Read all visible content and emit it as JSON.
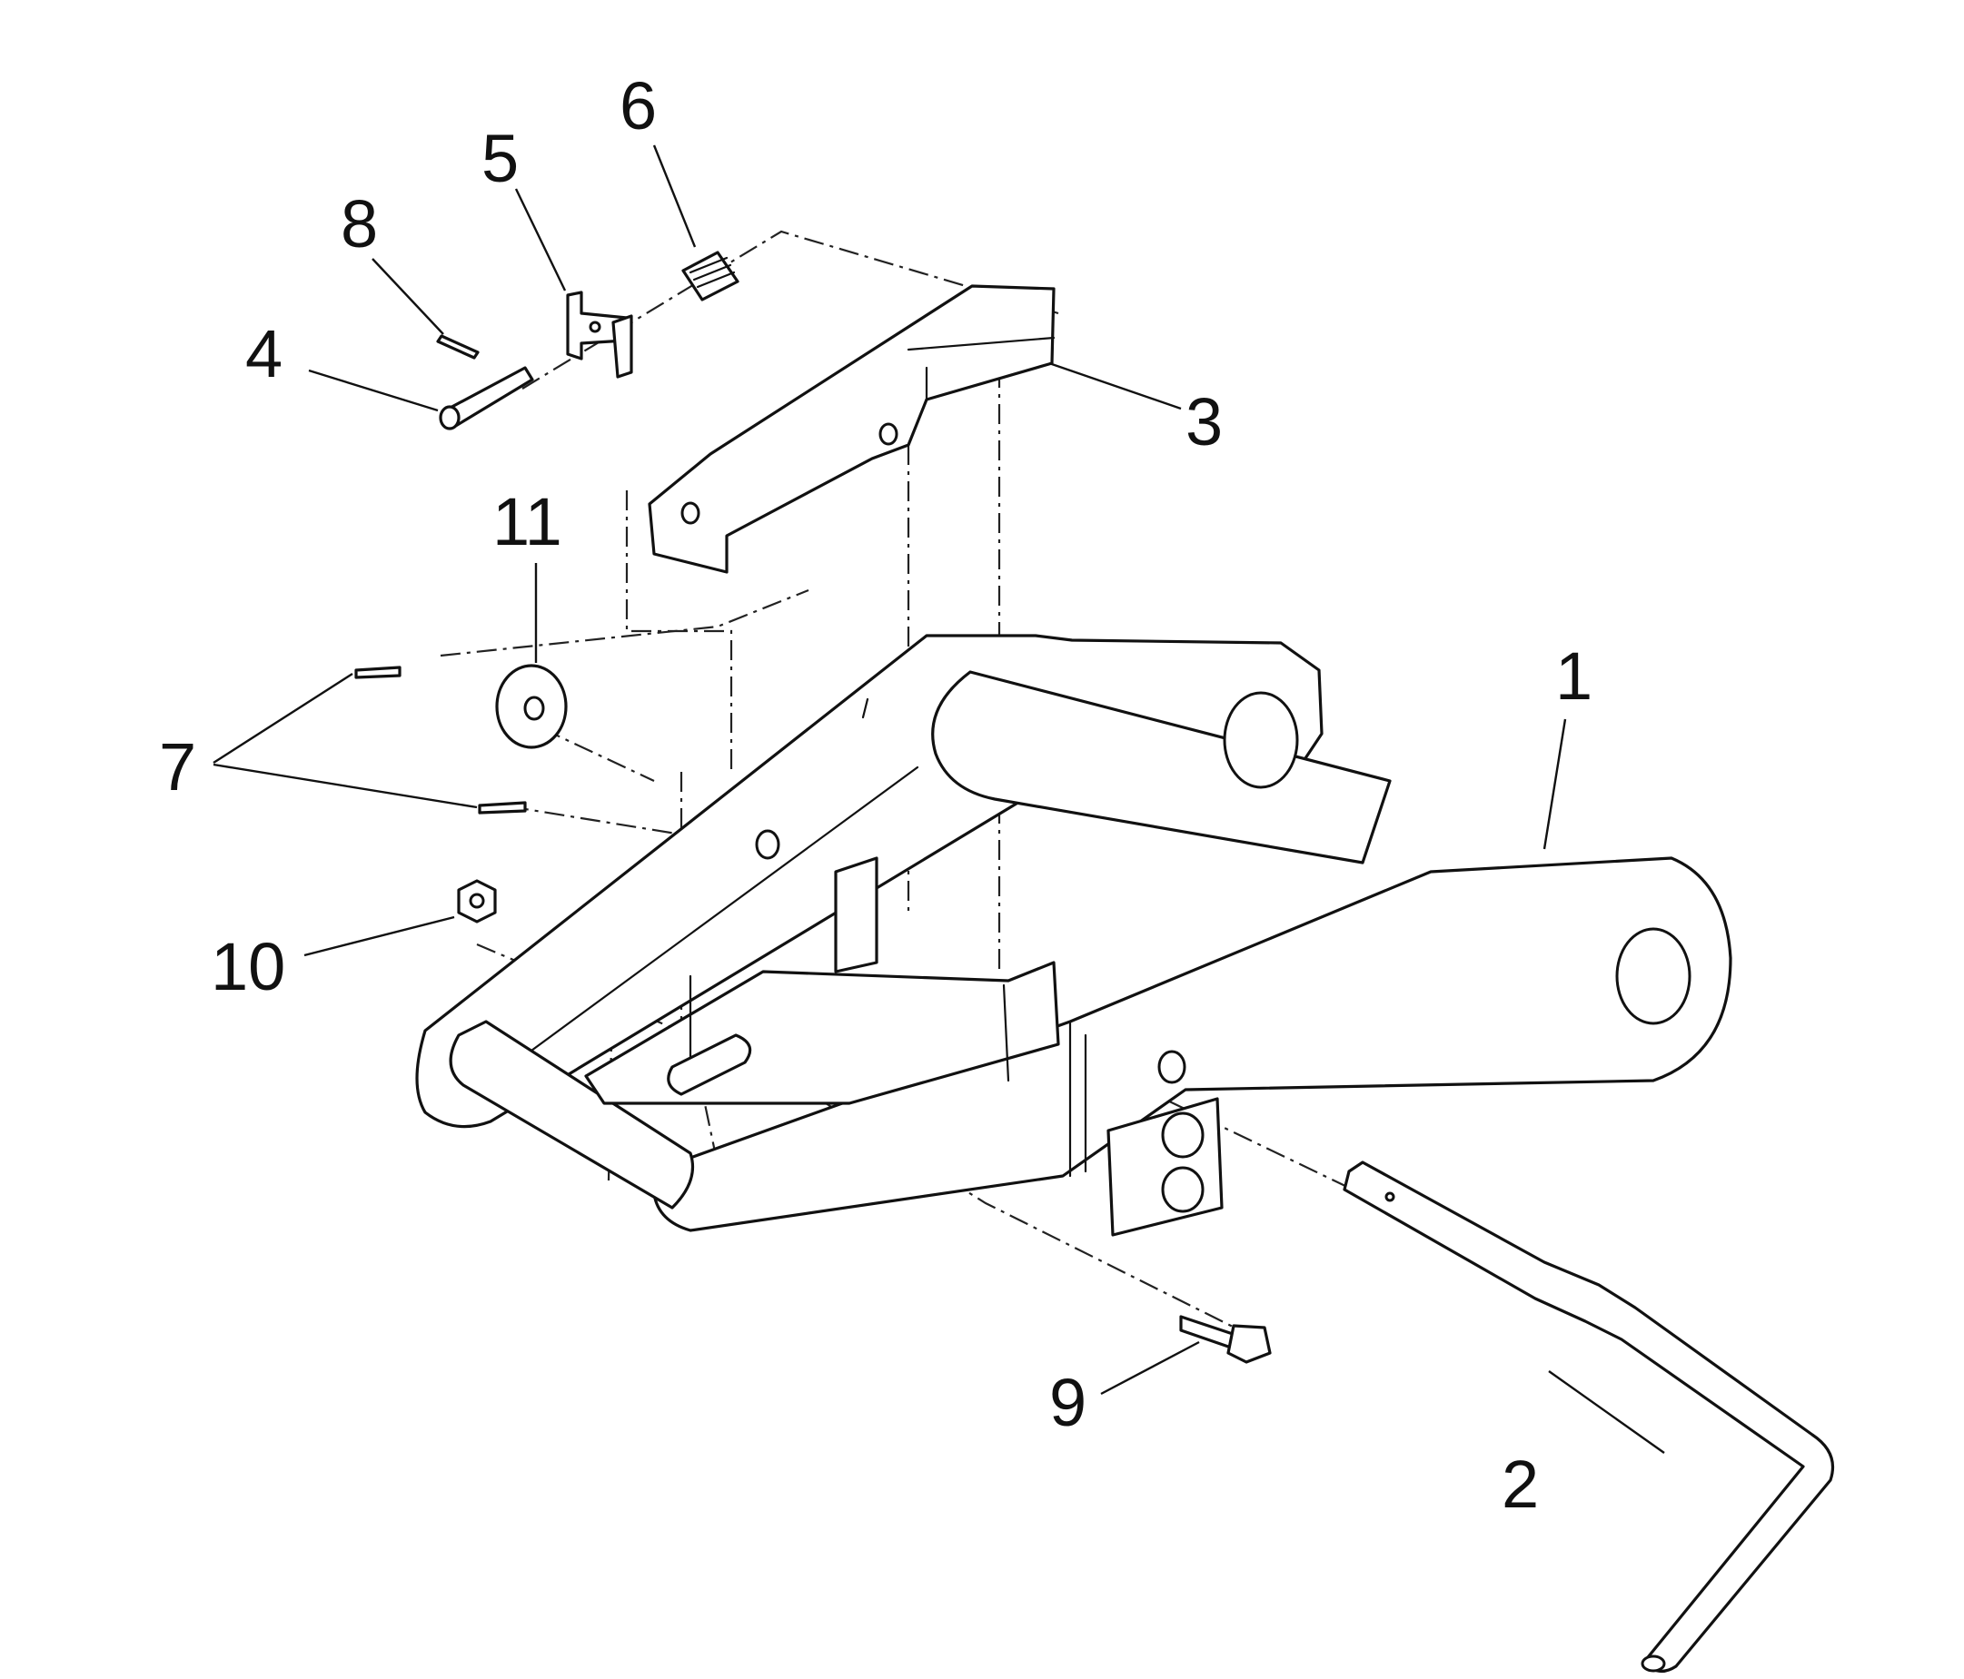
{
  "diagram": {
    "type": "exploded-parts-view",
    "colors": {
      "ink": "#111111",
      "paper": "#ffffff"
    },
    "callouts": [
      {
        "id": "p1",
        "label": "1",
        "part_icon": "frame-icon"
      },
      {
        "id": "p2",
        "label": "2",
        "part_icon": "crank-pin-icon"
      },
      {
        "id": "p3",
        "label": "3",
        "part_icon": "latch-lever-icon"
      },
      {
        "id": "p4",
        "label": "4",
        "part_icon": "clevis-pin-icon"
      },
      {
        "id": "p5",
        "label": "5",
        "part_icon": "bracket-icon"
      },
      {
        "id": "p6",
        "label": "6",
        "part_icon": "spring-icon"
      },
      {
        "id": "p7",
        "label": "7",
        "part_icon": "cotter-pin-icon"
      },
      {
        "id": "p8",
        "label": "8",
        "part_icon": "cotter-pin-icon"
      },
      {
        "id": "p9",
        "label": "9",
        "part_icon": "bolt-icon"
      },
      {
        "id": "p10",
        "label": "10",
        "part_icon": "hex-nut-icon"
      },
      {
        "id": "p11",
        "label": "11",
        "part_icon": "washer-icon"
      }
    ]
  }
}
